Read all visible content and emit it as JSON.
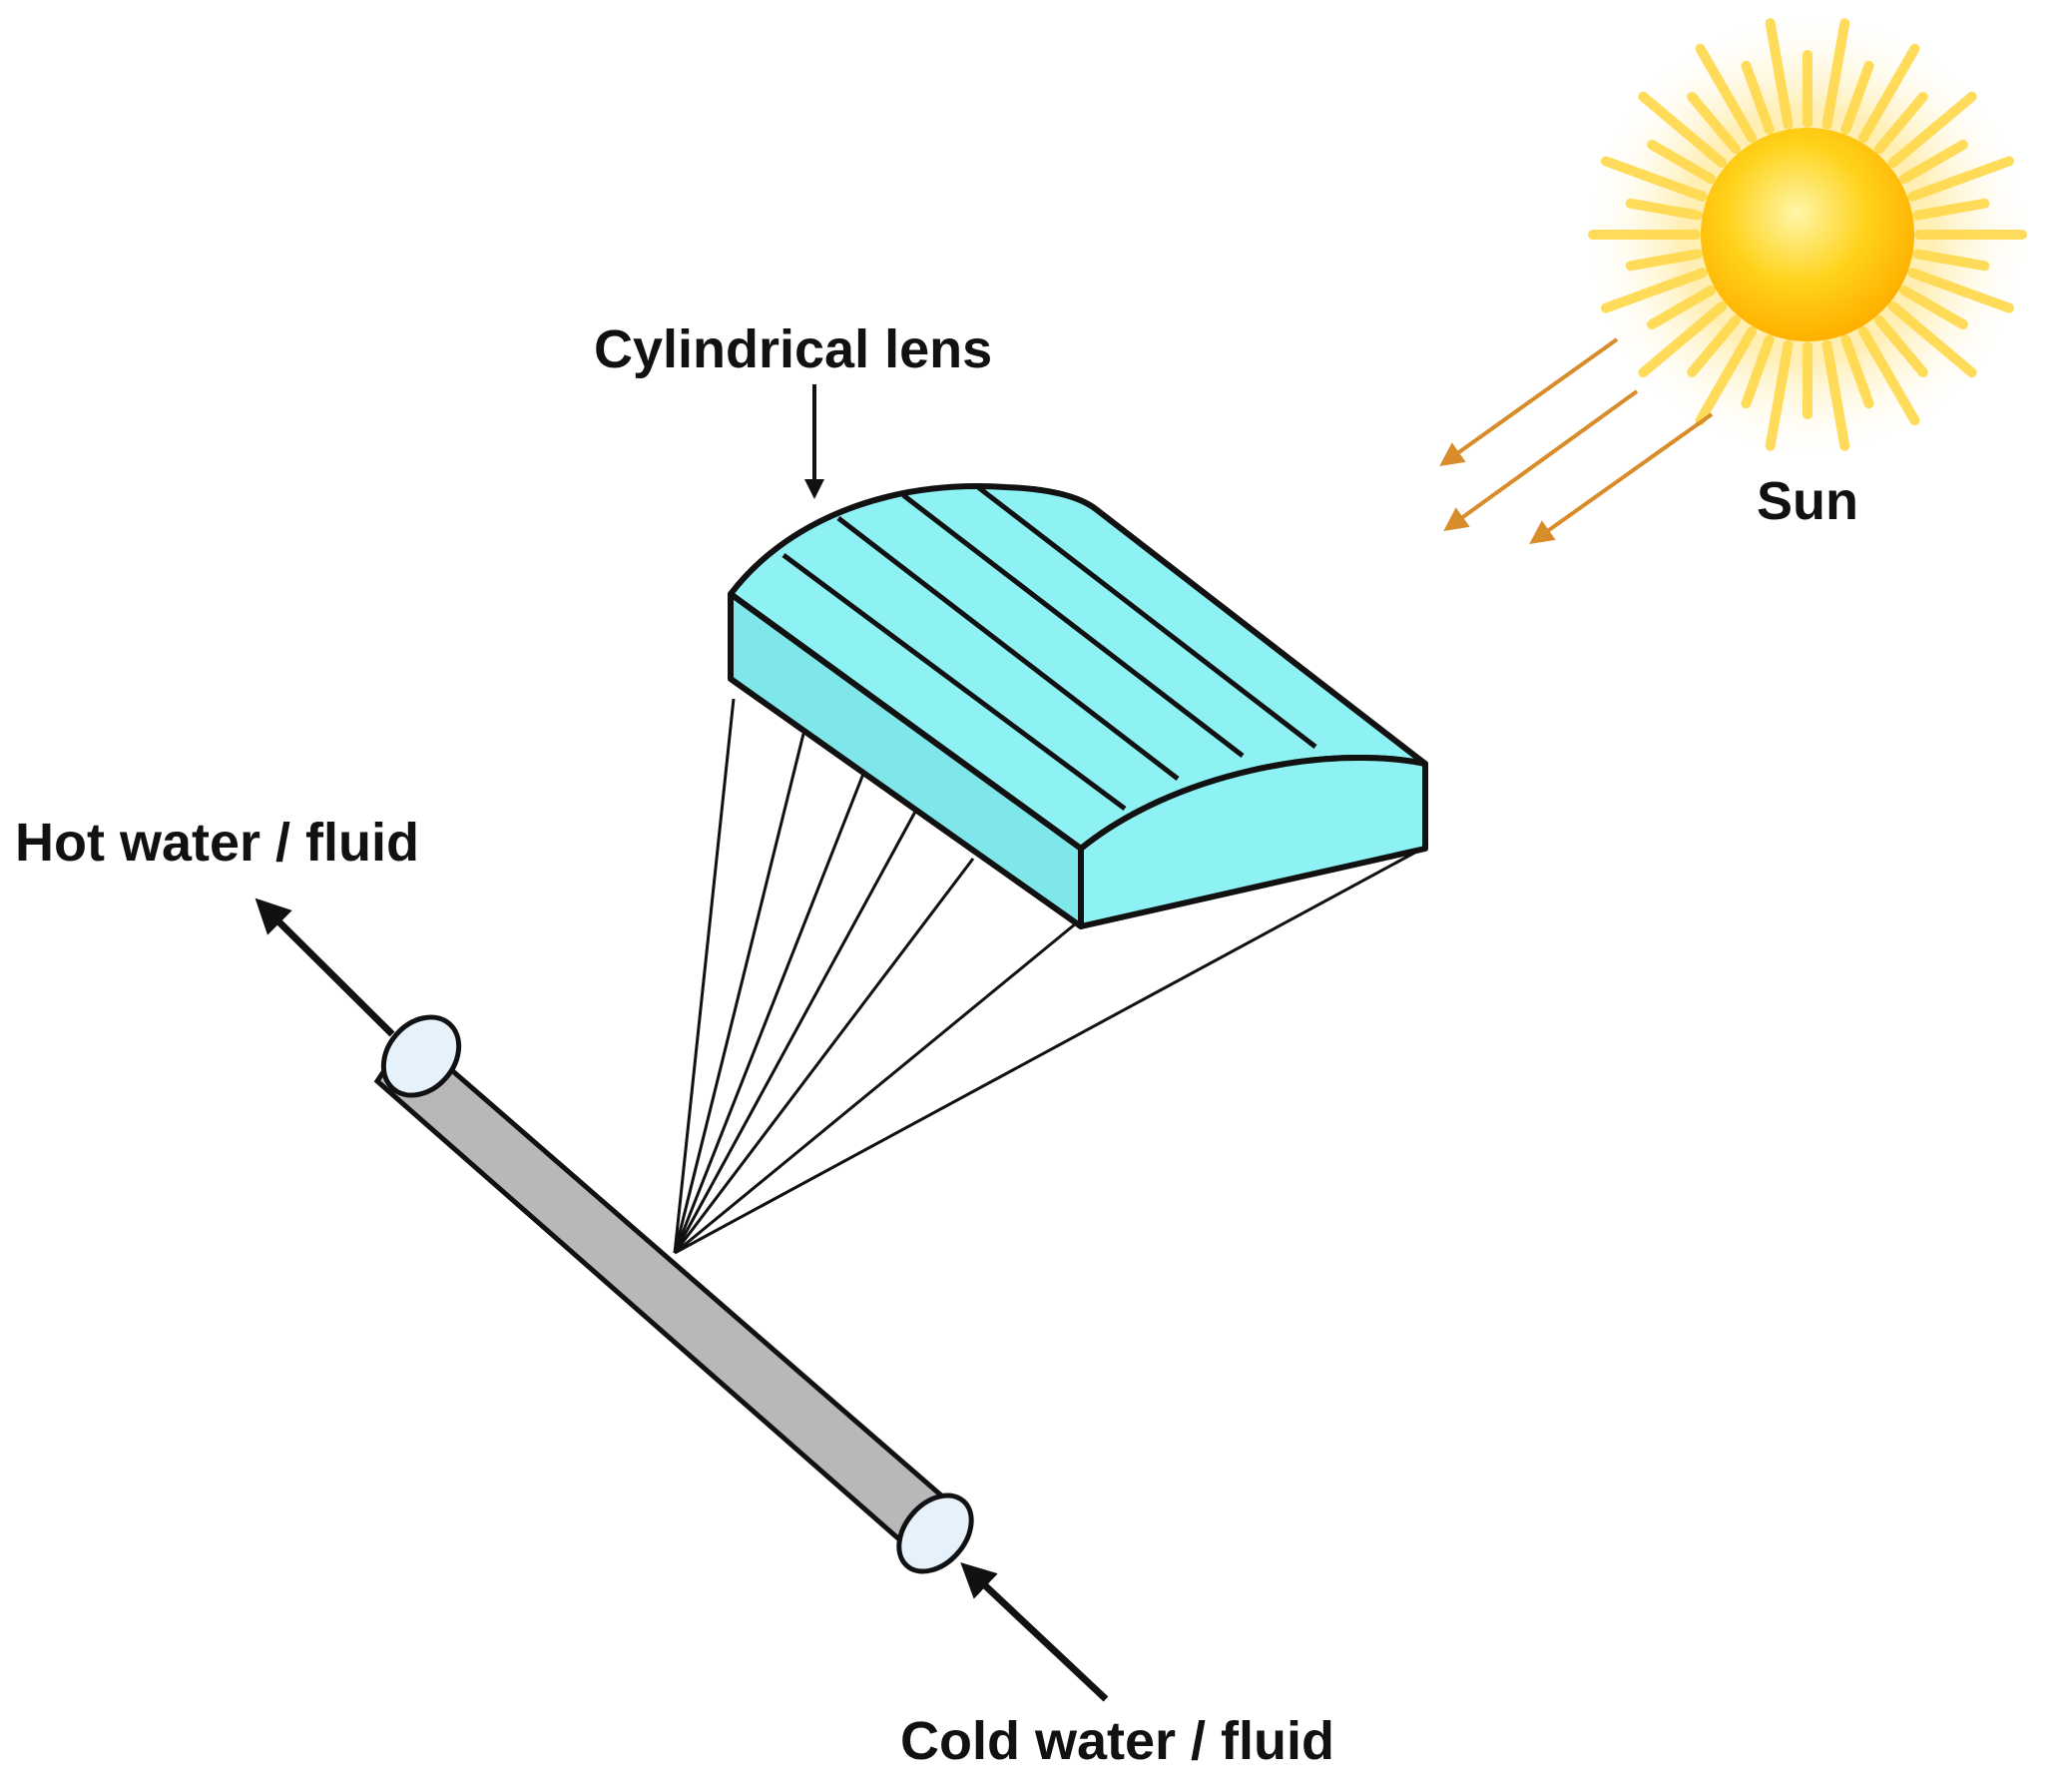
{
  "labels": {
    "lens": "Cylindrical lens",
    "sun": "Sun",
    "hot": "Hot water / fluid",
    "cold": "Cold water / fluid"
  },
  "colors": {
    "lens_fill": "#8ef2f4",
    "lens_fill_dark": "#7fe6ea",
    "pipe_fill": "#b8b8bb",
    "pipe_end": "#e6f2fb",
    "sun_core": "#ffd21a",
    "sun_ray": "#ffd84a",
    "sun_ray_arrow": "#d98c2a",
    "outline": "#111111"
  },
  "icons": {
    "sun": "sun-icon",
    "lens": "cylindrical-lens-icon",
    "pipe": "pipe-icon"
  }
}
